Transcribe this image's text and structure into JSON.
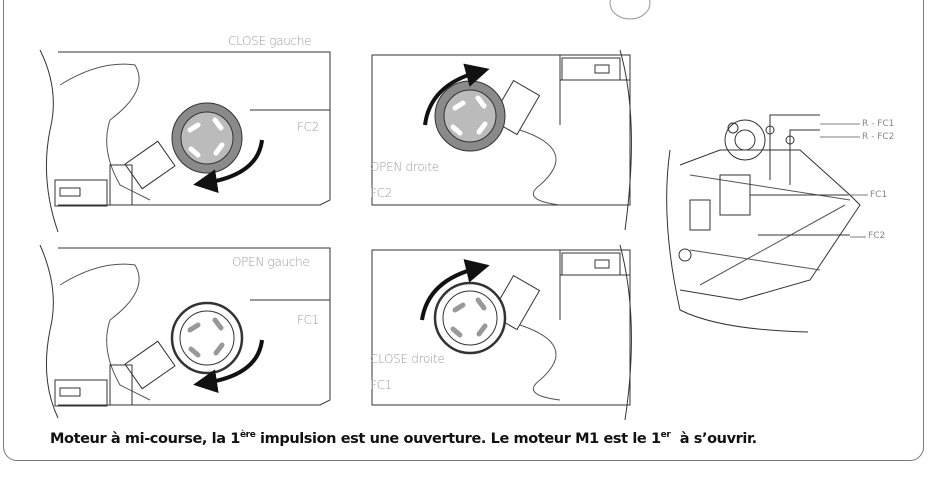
{
  "panels": {
    "top_left": {
      "title": "CLOSE gauche",
      "switch": "FC2"
    },
    "top_right": {
      "title": "OPEN droite",
      "switch": "FC2"
    },
    "bottom_left": {
      "title": "OPEN gauche",
      "switch": "FC1"
    },
    "bottom_right": {
      "title": "CLOSE droite",
      "switch": "FC1"
    }
  },
  "callouts": {
    "r_fc1": "R - FC1",
    "r_fc2": "R - FC2",
    "fc1": "FC1",
    "fc2": "FC2"
  },
  "caption": {
    "part1": "Moteur à mi-course, la 1",
    "sup1": "ère",
    "part2": " impulsion est une ouverture. Le moteur M1 est le 1",
    "sup2": "er",
    "part3": "  à s’ouvrir."
  }
}
